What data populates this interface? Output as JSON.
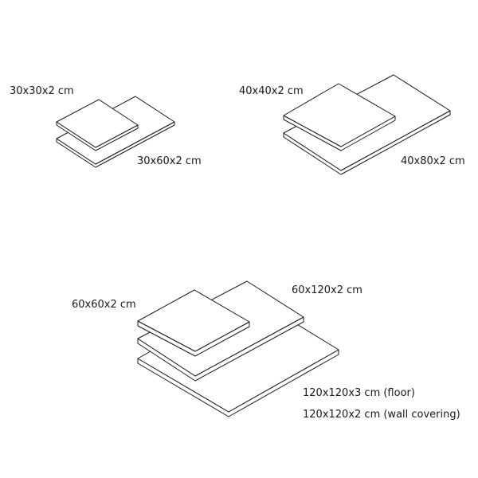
{
  "groups": {
    "g30": {
      "small_label": "30x30x2 cm",
      "large_label": "30x60x2 cm"
    },
    "g40": {
      "small_label": "40x40x2 cm",
      "large_label": "40x80x2 cm"
    },
    "g60": {
      "small_label": "60x60x2 cm",
      "medium_label": "60x120x2 cm",
      "floor_label": "120x120x3 cm (floor)",
      "wall_label": "120x120x2 cm (wall covering)"
    }
  }
}
